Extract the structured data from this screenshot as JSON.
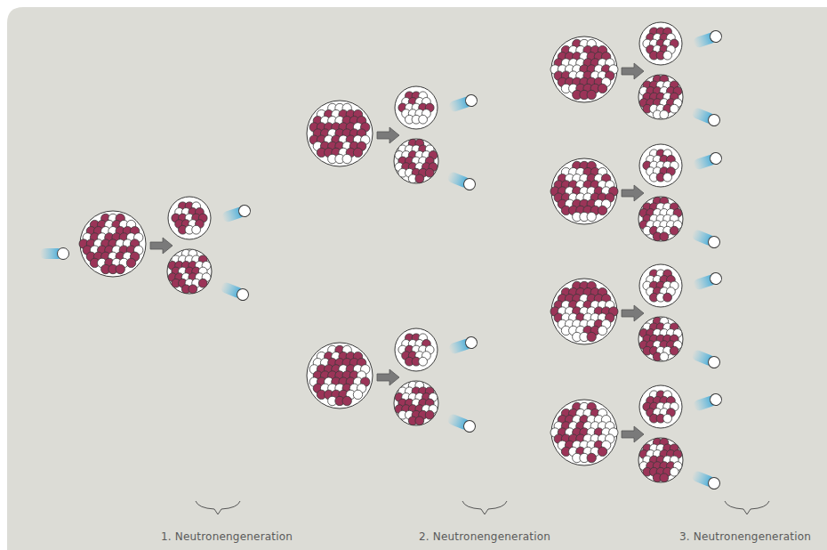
{
  "diagram": {
    "labels": [
      "1. Neutronengeneration",
      "2. Neutronengeneration",
      "3. Neutronengeneration"
    ]
  }
}
